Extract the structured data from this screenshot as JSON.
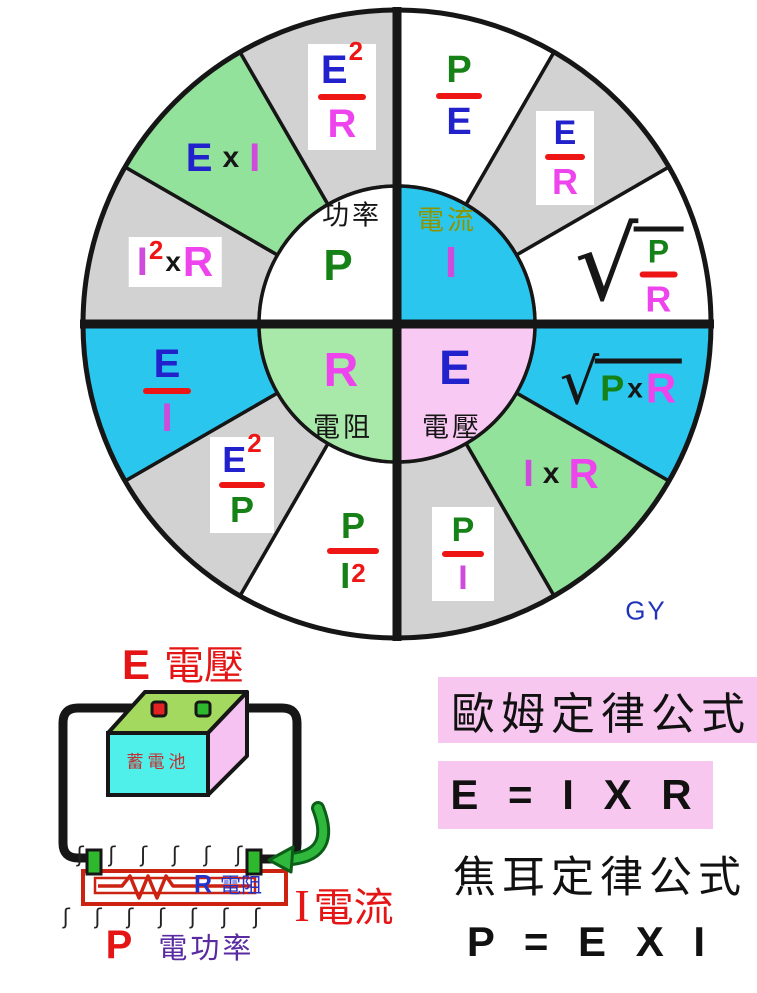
{
  "page": {
    "background": "#ffffff"
  },
  "wheel": {
    "signature": "GY",
    "center_labels": {
      "power": {
        "name_zh": "功率",
        "symbol": "P"
      },
      "current": {
        "name_zh": "電流",
        "symbol": "I"
      },
      "resistance": {
        "name_zh": "電阻",
        "symbol": "R"
      },
      "voltage": {
        "name_zh": "電壓",
        "symbol": "E"
      }
    },
    "formulas": {
      "e2_over_r": {
        "num": "E",
        "sup": "2",
        "den": "R"
      },
      "p_over_e": {
        "num": "P",
        "den": "E"
      },
      "e_over_r": {
        "num": "E",
        "den": "R"
      },
      "sqrt_p_over_r": {
        "radical": "√",
        "num": "P",
        "den": "R"
      },
      "sqrt_p_times_r": {
        "radical": "√",
        "a": "P",
        "op": "x",
        "b": "R"
      },
      "i_times_r": {
        "a": "I",
        "op": "x",
        "b": "R"
      },
      "p_over_i": {
        "num": "P",
        "den": "I"
      },
      "p_over_i2": {
        "num": "P",
        "den": "I",
        "sup": "2"
      },
      "e2_over_p": {
        "num": "E",
        "sup": "2",
        "den": "P"
      },
      "e_over_i": {
        "num": "E",
        "den": "I"
      },
      "i2_times_r": {
        "a": "I",
        "sup": "2",
        "op": "x",
        "b": "R"
      },
      "e_times_i": {
        "a": "E",
        "op": "x",
        "b": "I"
      }
    }
  },
  "circuit": {
    "voltage_title": {
      "symbol": "E",
      "label": "電壓"
    },
    "battery_label": "蓄電池",
    "resistor": {
      "symbol": "R",
      "label": "電阻"
    },
    "current": {
      "symbol": "I",
      "label": "電流"
    },
    "power": {
      "symbol": "P",
      "label": "電功率"
    },
    "heat_marks_top": "ʃ ʃ ʃ ʃ ʃ ʃ",
    "heat_marks_bottom": "ʃ ʃ ʃ ʃ ʃ ʃ ʃ"
  },
  "laws": {
    "ohm": {
      "title": "歐姆定律公式",
      "formula": "E = I X R"
    },
    "joule": {
      "title": "焦耳定律公式",
      "formula": "P = E X I"
    }
  },
  "colors": {
    "cyan": "#2BC6EE",
    "sector_green": "#93E29C",
    "inner_green": "#A8E8A8",
    "inner_pink": "#F8C9F3",
    "gray": "#D2D2D2",
    "law_pink": "#F8C7EF",
    "blue_letter": "#2222CC",
    "green_letter": "#168116",
    "magenta_letter": "#EE44EE",
    "orchid_letter": "#CE4BDC",
    "red": "#EE1515",
    "olive_label": "#8E9400",
    "signature_blue": "#2233BB"
  }
}
